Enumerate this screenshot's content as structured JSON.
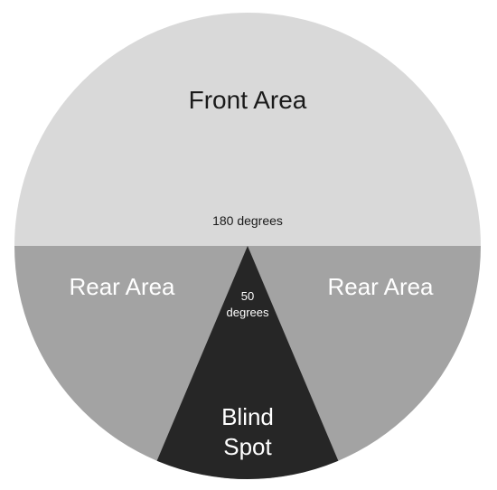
{
  "diagram": {
    "front_label": "Front Area",
    "front_angle": "180 degrees",
    "rear_left_label": "Rear Area",
    "rear_right_label": "Rear Area",
    "blind_angle_value": "50",
    "blind_angle_unit": "degrees",
    "blind_label_line1": "Blind",
    "blind_label_line2": "Spot"
  },
  "colors": {
    "front": "#d9d9d9",
    "rear": "#a3a3a3",
    "blind": "#262626",
    "text_dark": "#1a1a1a",
    "text_light": "#ffffff"
  }
}
